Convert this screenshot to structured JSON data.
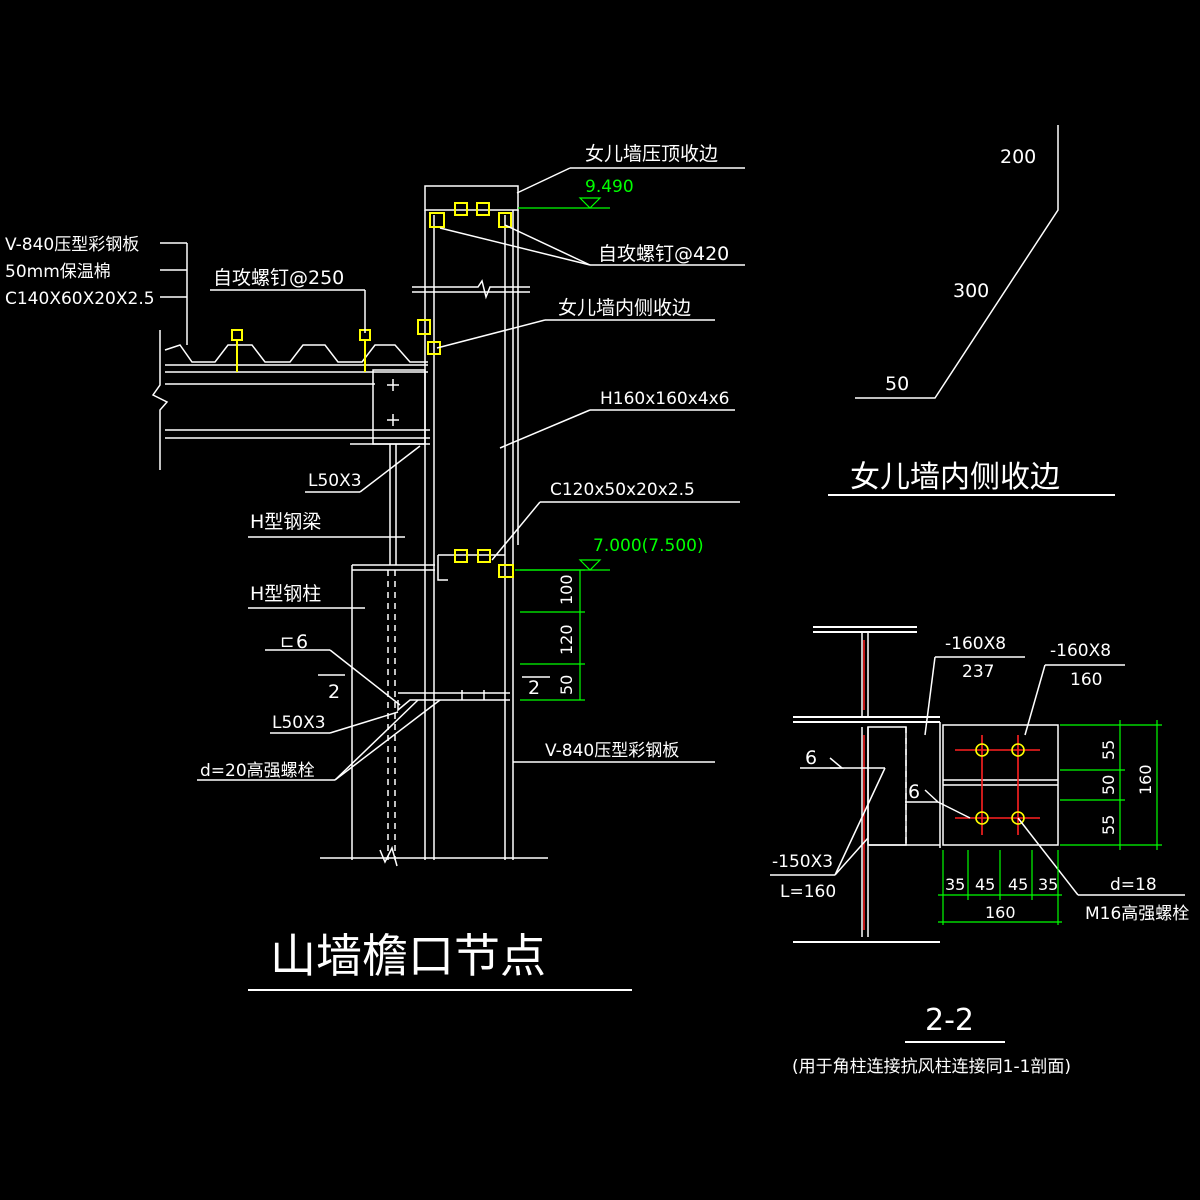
{
  "drawing": {
    "main_title": "山墙檐口节点",
    "parapet_title": "女儿墙内侧收边",
    "section_title": "2-2",
    "section_note": "(用于角柱连接抗风柱连接同1-1剖面)"
  },
  "labels": {
    "parapet_cap": "女儿墙压顶收边",
    "elev_top": "9.490",
    "screw_420": "自攻螺钉@420",
    "roof_panel": "V-840压型彩钢板",
    "insulation": "50mm保温棉",
    "purlin": "C140X60X20X2.5",
    "screw_250": "自攻螺钉@250",
    "parapet_inner": "女儿墙内侧收边",
    "h_col_small": "H160x160x4x6",
    "angle_top": "L50X3",
    "h_beam": "H型钢梁",
    "c_purlin": "C120x50x20x2.5",
    "elev_mid": "7.000(7.500)",
    "h_col": "H型钢柱",
    "weld_size": "6",
    "weld_sub": "2",
    "angle_bottom": "L50X3",
    "bolt_hs": "d=20高强螺栓",
    "wall_panel": "V-840压型彩钢板",
    "weld_sub_right": "2"
  },
  "dimensions": {
    "vertical": [
      "100",
      "120",
      "50"
    ],
    "parapet": [
      "200",
      "300",
      "50"
    ]
  },
  "section": {
    "plate_left": "-160X8",
    "plate_left_len": "237",
    "plate_right": "-160X8",
    "plate_right_len": "160",
    "weld_a": "6",
    "weld_b": "6",
    "stiffener": "-150X3",
    "stiffener_len": "L=160",
    "bolt_d": "d=18",
    "bolt_spec": "M16高强螺栓",
    "dims_v": [
      "55",
      "50",
      "55"
    ],
    "dim_v_total": "160",
    "dims_h": [
      "35",
      "45",
      "45",
      "35"
    ],
    "dim_h_total": "160"
  },
  "colors": {
    "background": "#000000",
    "lines": "#ffffff",
    "dimension": "#00ff00",
    "fastener": "#ffff00",
    "bolt": "#ff2020"
  }
}
